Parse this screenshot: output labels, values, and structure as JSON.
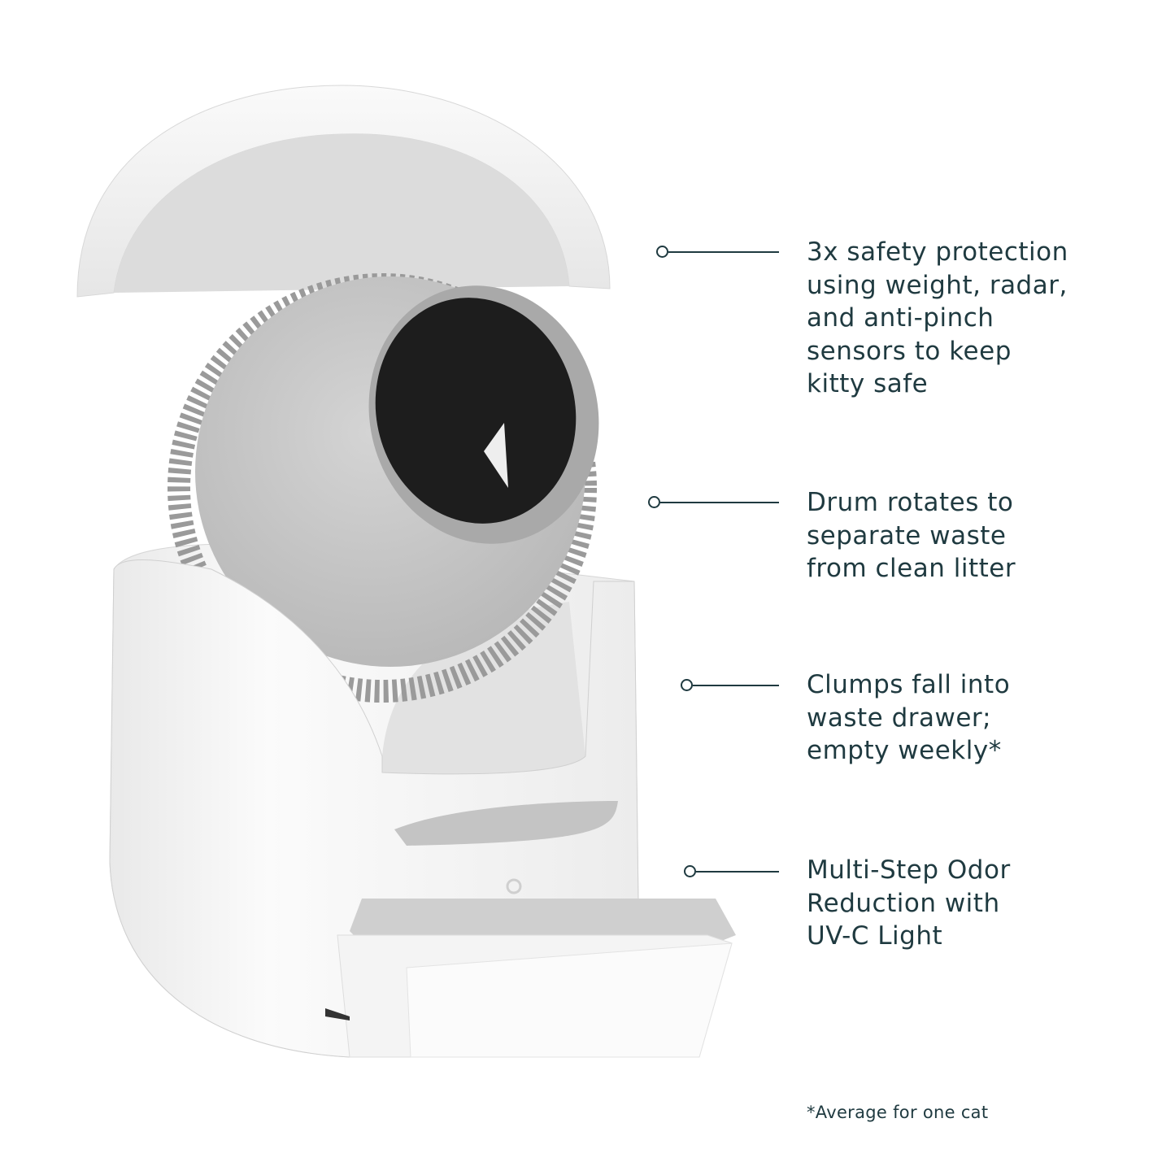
{
  "callouts": [
    {
      "text": "3x safety protection\nusing weight, radar,\nand anti-pinch\nsensors to keep\nkitty safe"
    },
    {
      "text": "Drum rotates to\nseparate waste\nfrom clean litter"
    },
    {
      "text": "Clumps fall into\nwaste drawer;\nempty weekly*"
    },
    {
      "text": "Multi-Step Odor\nReduction with\nUV-C Light"
    }
  ],
  "footnote": "*Average for one cat",
  "colors": {
    "text": "#1f3a40",
    "shell": "#ffffff",
    "drum": "#c9c9c9"
  }
}
